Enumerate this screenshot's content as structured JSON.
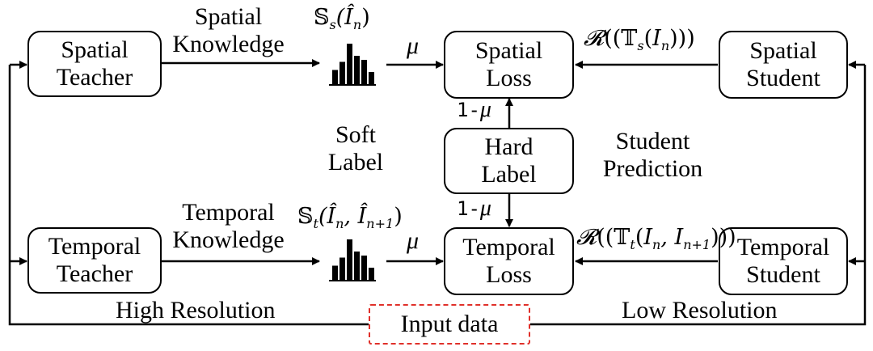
{
  "nodes": {
    "spatial_teacher": [
      "Spatial",
      "Teacher"
    ],
    "temporal_teacher": [
      "Temporal",
      "Teacher"
    ],
    "spatial_loss": [
      "Spatial",
      "Loss"
    ],
    "temporal_loss": [
      "Temporal",
      "Loss"
    ],
    "hard_label": [
      "Hard",
      "Label"
    ],
    "spatial_student": [
      "Spatial",
      "Student"
    ],
    "temporal_student": [
      "Temporal",
      "Student"
    ],
    "input_data": "Input data"
  },
  "labels": {
    "spatial_knowledge": [
      "Spatial",
      "Knowledge"
    ],
    "temporal_knowledge": [
      "Temporal",
      "Knowledge"
    ],
    "soft_label": [
      "Soft",
      "Label"
    ],
    "student_prediction": [
      "Student",
      "Prediction"
    ],
    "high_resolution": "High Resolution",
    "low_resolution": "Low Resolution"
  },
  "weights": {
    "mu": "μ",
    "one_minus_mu_text": "1-",
    "one_minus_mu_symbol": "μ"
  },
  "math": {
    "spatial_soft": {
      "op": "𝕊",
      "op_sub": "s",
      "args": "(Î",
      "arg_sub": "n",
      "close": ")"
    },
    "temporal_soft": {
      "op": "𝕊",
      "op_sub": "t",
      "args": "(Î",
      "arg_sub": "n",
      "mid": ", Î",
      "mid_sub": "n+1",
      "close": ")"
    },
    "spatial_pred": {
      "op": "𝓡",
      "inner": "𝕋",
      "inner_sub": "s",
      "arg": "I",
      "arg_sub": "n"
    },
    "temporal_pred": {
      "op": "𝓡",
      "inner": "𝕋",
      "inner_sub": "t",
      "arg": "I",
      "arg_sub": "n",
      "mid": ", I",
      "mid_sub": "n+1"
    }
  },
  "colors": {
    "ink": "#000000",
    "input_border": "#e0302a"
  },
  "histogram_heights": [
    0.35,
    0.55,
    1.0,
    0.7,
    0.6,
    0.3
  ]
}
